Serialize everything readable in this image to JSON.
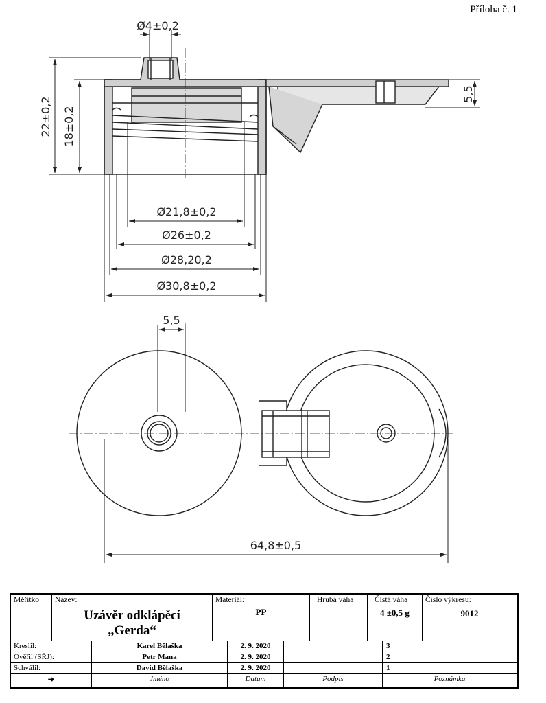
{
  "header": {
    "appendix": "Příloha č. 1"
  },
  "dimensions": {
    "hole_dia": "Ø4±0,2",
    "height_total": "22±0,2",
    "height_inner": "18±0,2",
    "lid_height": "5,5",
    "d1": "Ø21,8±0,2",
    "d2": "Ø26±0,2",
    "d3": "Ø28,20,2",
    "d4": "Ø30,8±0,2",
    "top_offset": "5,5",
    "overall_length": "64,8±0,5"
  },
  "title_block": {
    "scale_label": "Měřítko",
    "name_label": "Název:",
    "name_line1": "Uzávěr odklápěcí",
    "name_line2": "„Gerda“",
    "material_label": "Materiál:",
    "material_value": "PP",
    "gross_weight_label": "Hrubá váha",
    "net_weight_label": "Čistá váha",
    "net_weight_value": "4 ±0,5 g",
    "drawing_no_label": "Číslo výkresu:",
    "drawing_no_value": "9012",
    "rows": [
      {
        "role": "Kreslil:",
        "name": "Karel Bělaška",
        "date": "2. 9. 2020",
        "note": "3"
      },
      {
        "role": "Ověřil (SŘJ):",
        "name": "Petr Mana",
        "date": "2. 9. 2020",
        "note": "2"
      },
      {
        "role": "Schválil:",
        "name": "David Bělaška",
        "date": "2. 9. 2020",
        "note": "1"
      }
    ],
    "footer": {
      "arrow": "➔",
      "name": "Jméno",
      "date": "Datum",
      "signature": "Podpis",
      "note": "Poznámka"
    }
  }
}
